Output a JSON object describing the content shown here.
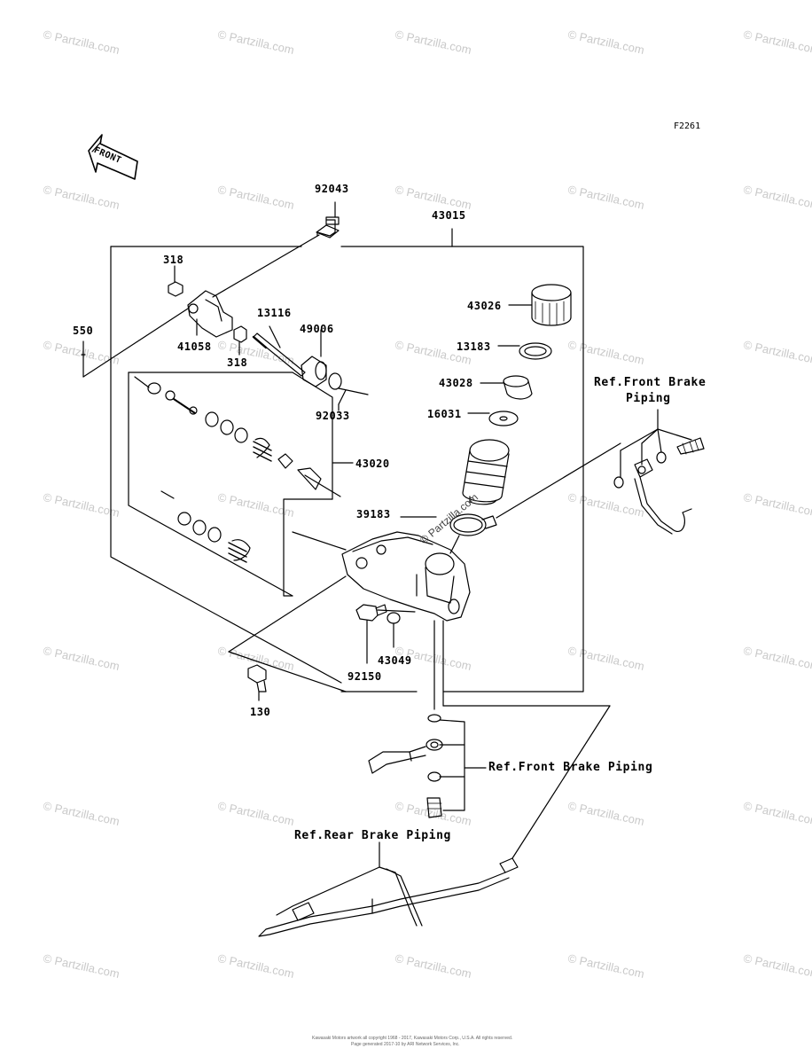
{
  "diagram_code": "F2261",
  "front_label": "FRONT",
  "watermark_text": "© Partzilla.com",
  "parts": {
    "p92043": "92043",
    "p43015": "43015",
    "p318a": "318",
    "p318b": "318",
    "p550": "550",
    "p41058": "41058",
    "p13116": "13116",
    "p49006": "49006",
    "p92033": "92033",
    "p43026": "43026",
    "p13183": "13183",
    "p43028": "43028",
    "p16031": "16031",
    "p43020": "43020",
    "p39183": "39183",
    "p92150": "92150",
    "p43049": "43049",
    "p130": "130"
  },
  "refs": {
    "front_brake_1_line1": "Ref.Front Brake",
    "front_brake_1_line2": "Piping",
    "front_brake_2": "Ref.Front Brake Piping",
    "rear_brake": "Ref.Rear Brake Piping"
  },
  "copyright_line1": "Kawasaki Motors artwork all copyright 1968 - 2017, Kawasaki Motors Corp., U.S.A. All rights reserved.",
  "copyright_line2": "Page generated 2017-10 by ARI Network Services, Inc."
}
